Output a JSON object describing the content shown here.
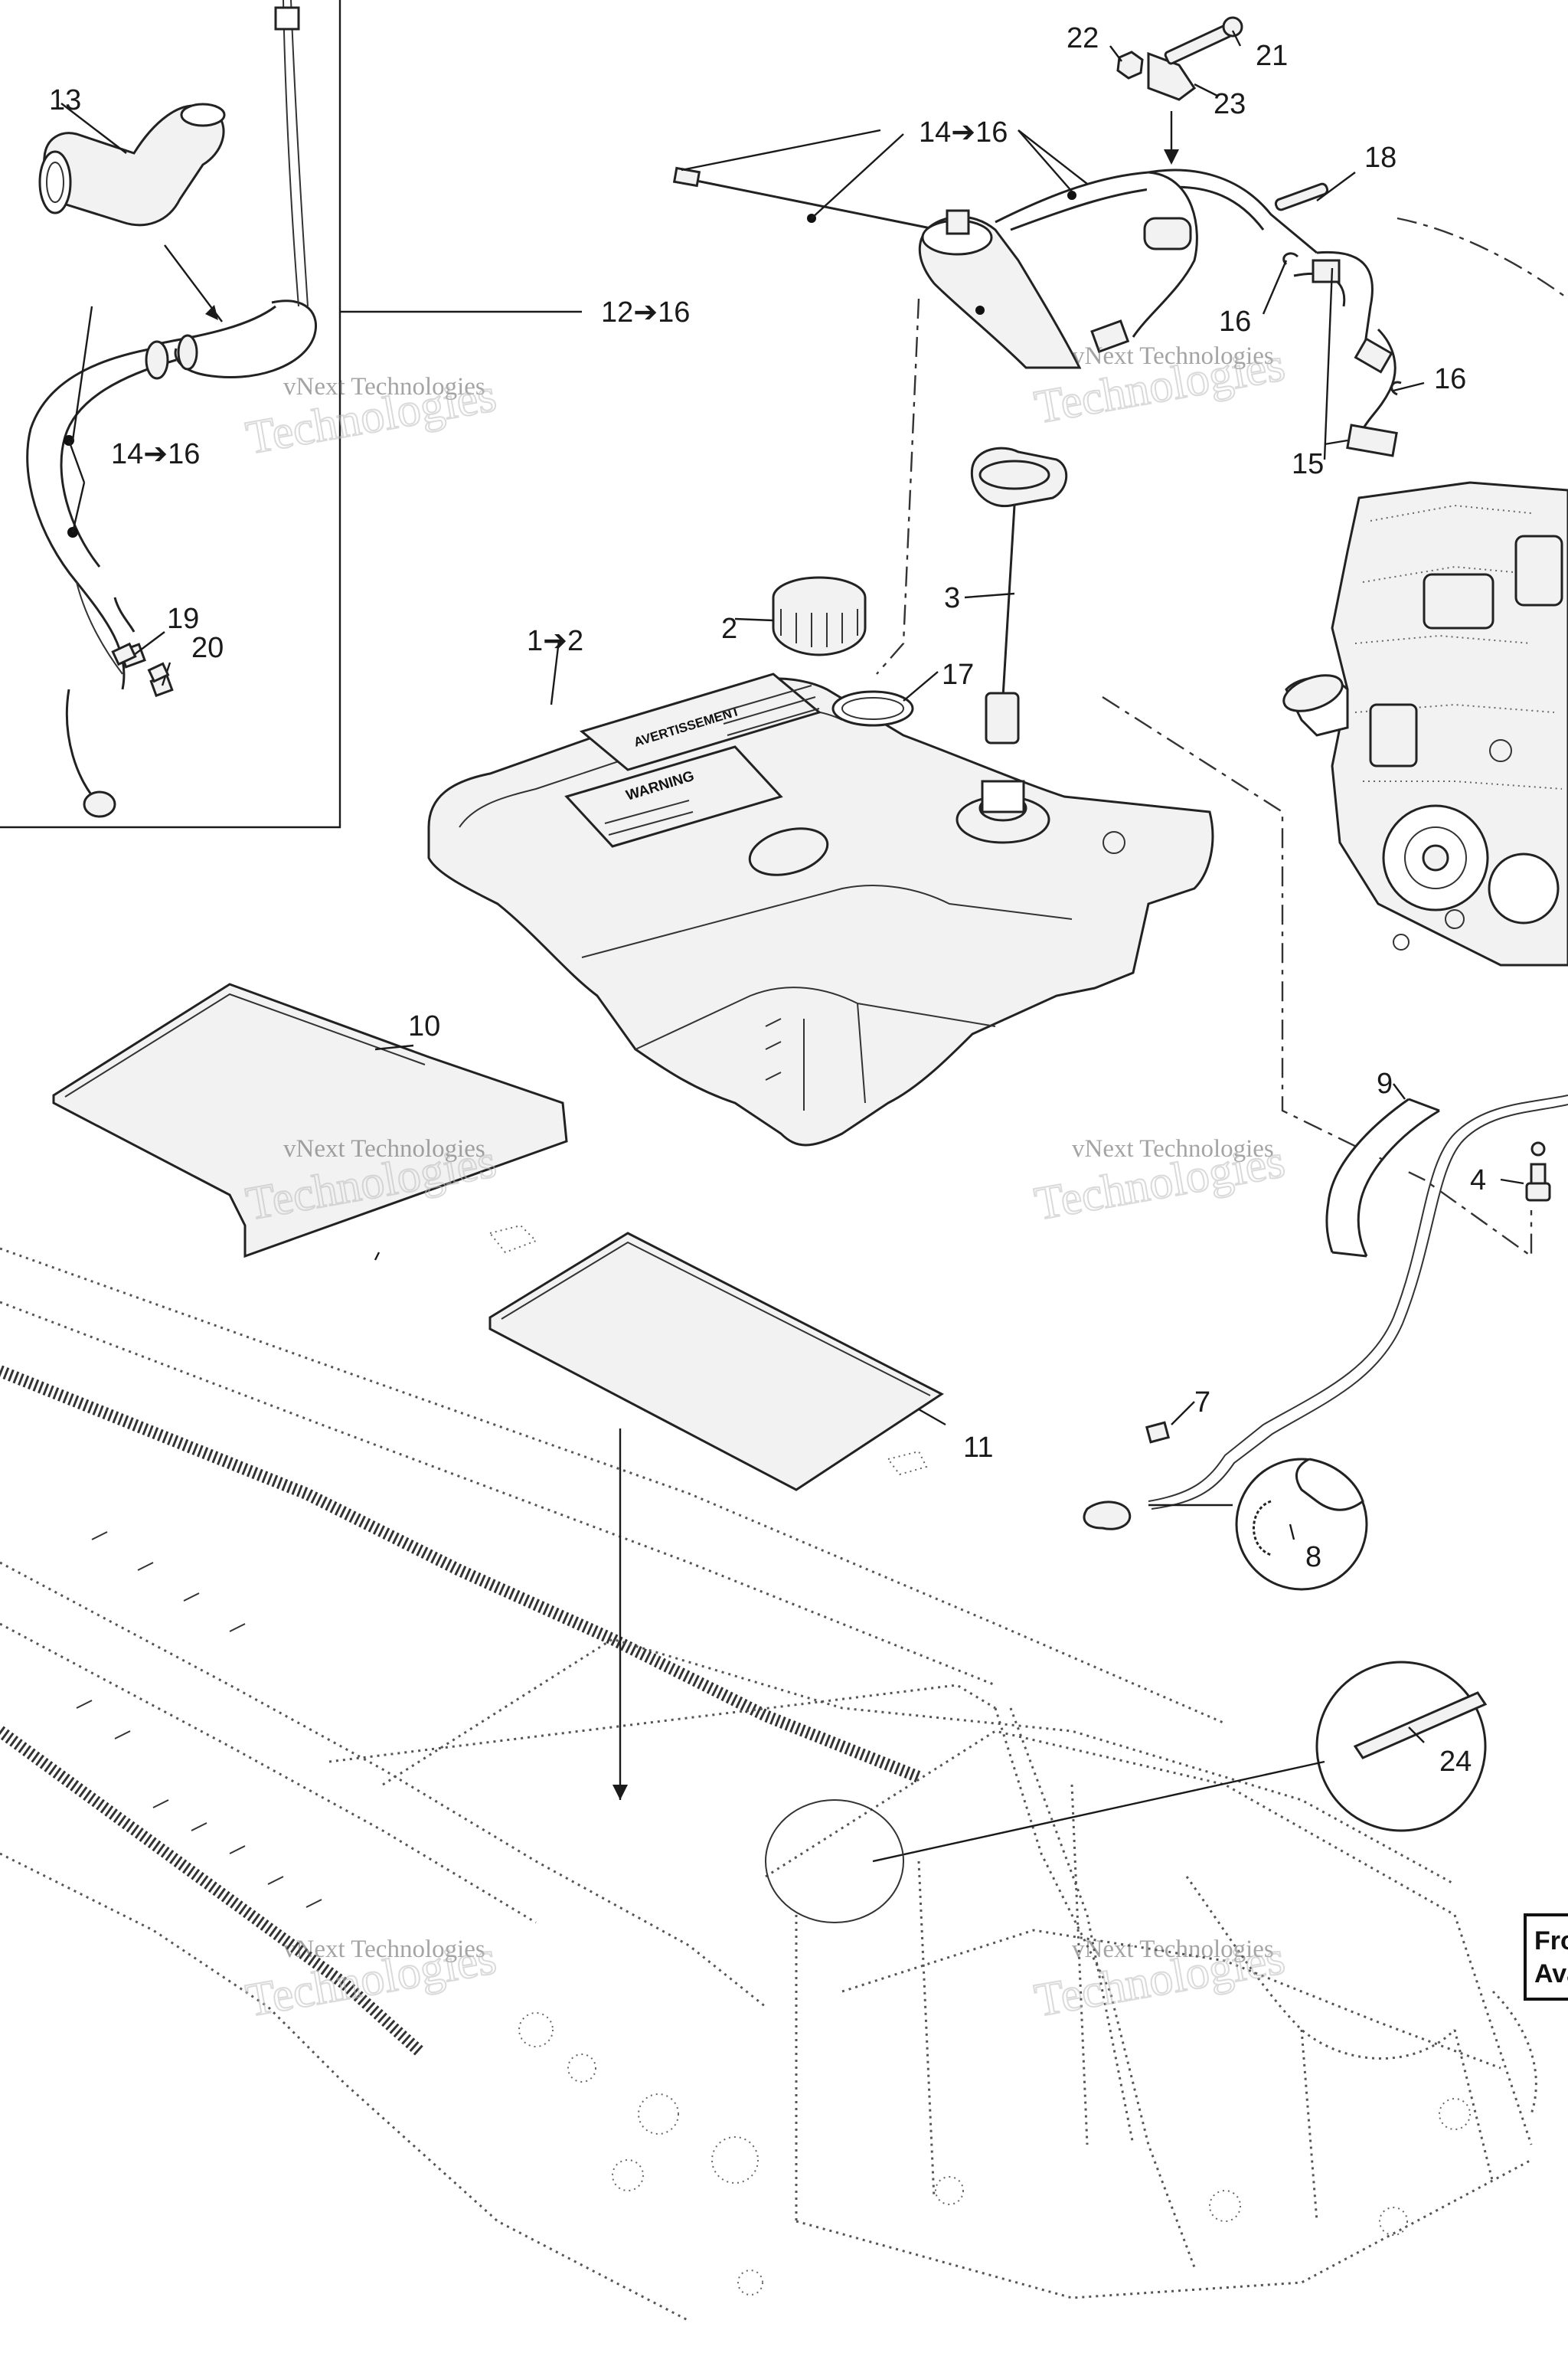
{
  "callouts": [
    {
      "id": "c13",
      "text": "13"
    },
    {
      "id": "c14-16-a",
      "text": "14➔16"
    },
    {
      "id": "c14-16-b",
      "text": "14➔16"
    },
    {
      "id": "c12-16",
      "text": "12➔16"
    },
    {
      "id": "c19",
      "text": "19"
    },
    {
      "id": "c20",
      "text": "20"
    },
    {
      "id": "c22",
      "text": "22"
    },
    {
      "id": "c21",
      "text": "21"
    },
    {
      "id": "c23",
      "text": "23"
    },
    {
      "id": "c18",
      "text": "18"
    },
    {
      "id": "c16-a",
      "text": "16"
    },
    {
      "id": "c16-b",
      "text": "16"
    },
    {
      "id": "c15",
      "text": "15"
    },
    {
      "id": "c3",
      "text": "3"
    },
    {
      "id": "c2",
      "text": "2"
    },
    {
      "id": "c1-2",
      "text": "1➔2"
    },
    {
      "id": "c17",
      "text": "17"
    },
    {
      "id": "c10",
      "text": "10"
    },
    {
      "id": "c11",
      "text": "11"
    },
    {
      "id": "c9",
      "text": "9"
    },
    {
      "id": "c4",
      "text": "4"
    },
    {
      "id": "c7",
      "text": "7"
    },
    {
      "id": "c8",
      "text": "8"
    },
    {
      "id": "c24",
      "text": "24"
    }
  ],
  "watermark": {
    "line1": "vNext Technologies",
    "line2": "Technologies"
  },
  "decals": {
    "warning_fr": "AVERTISSEMENT",
    "warning_en": "WARNING"
  },
  "corner_text": {
    "line1": "Fro",
    "line2": "Ava"
  },
  "colors": {
    "ink": "#1a1a1a",
    "watermark": "#bdbdbd",
    "paper": "#ffffff"
  }
}
